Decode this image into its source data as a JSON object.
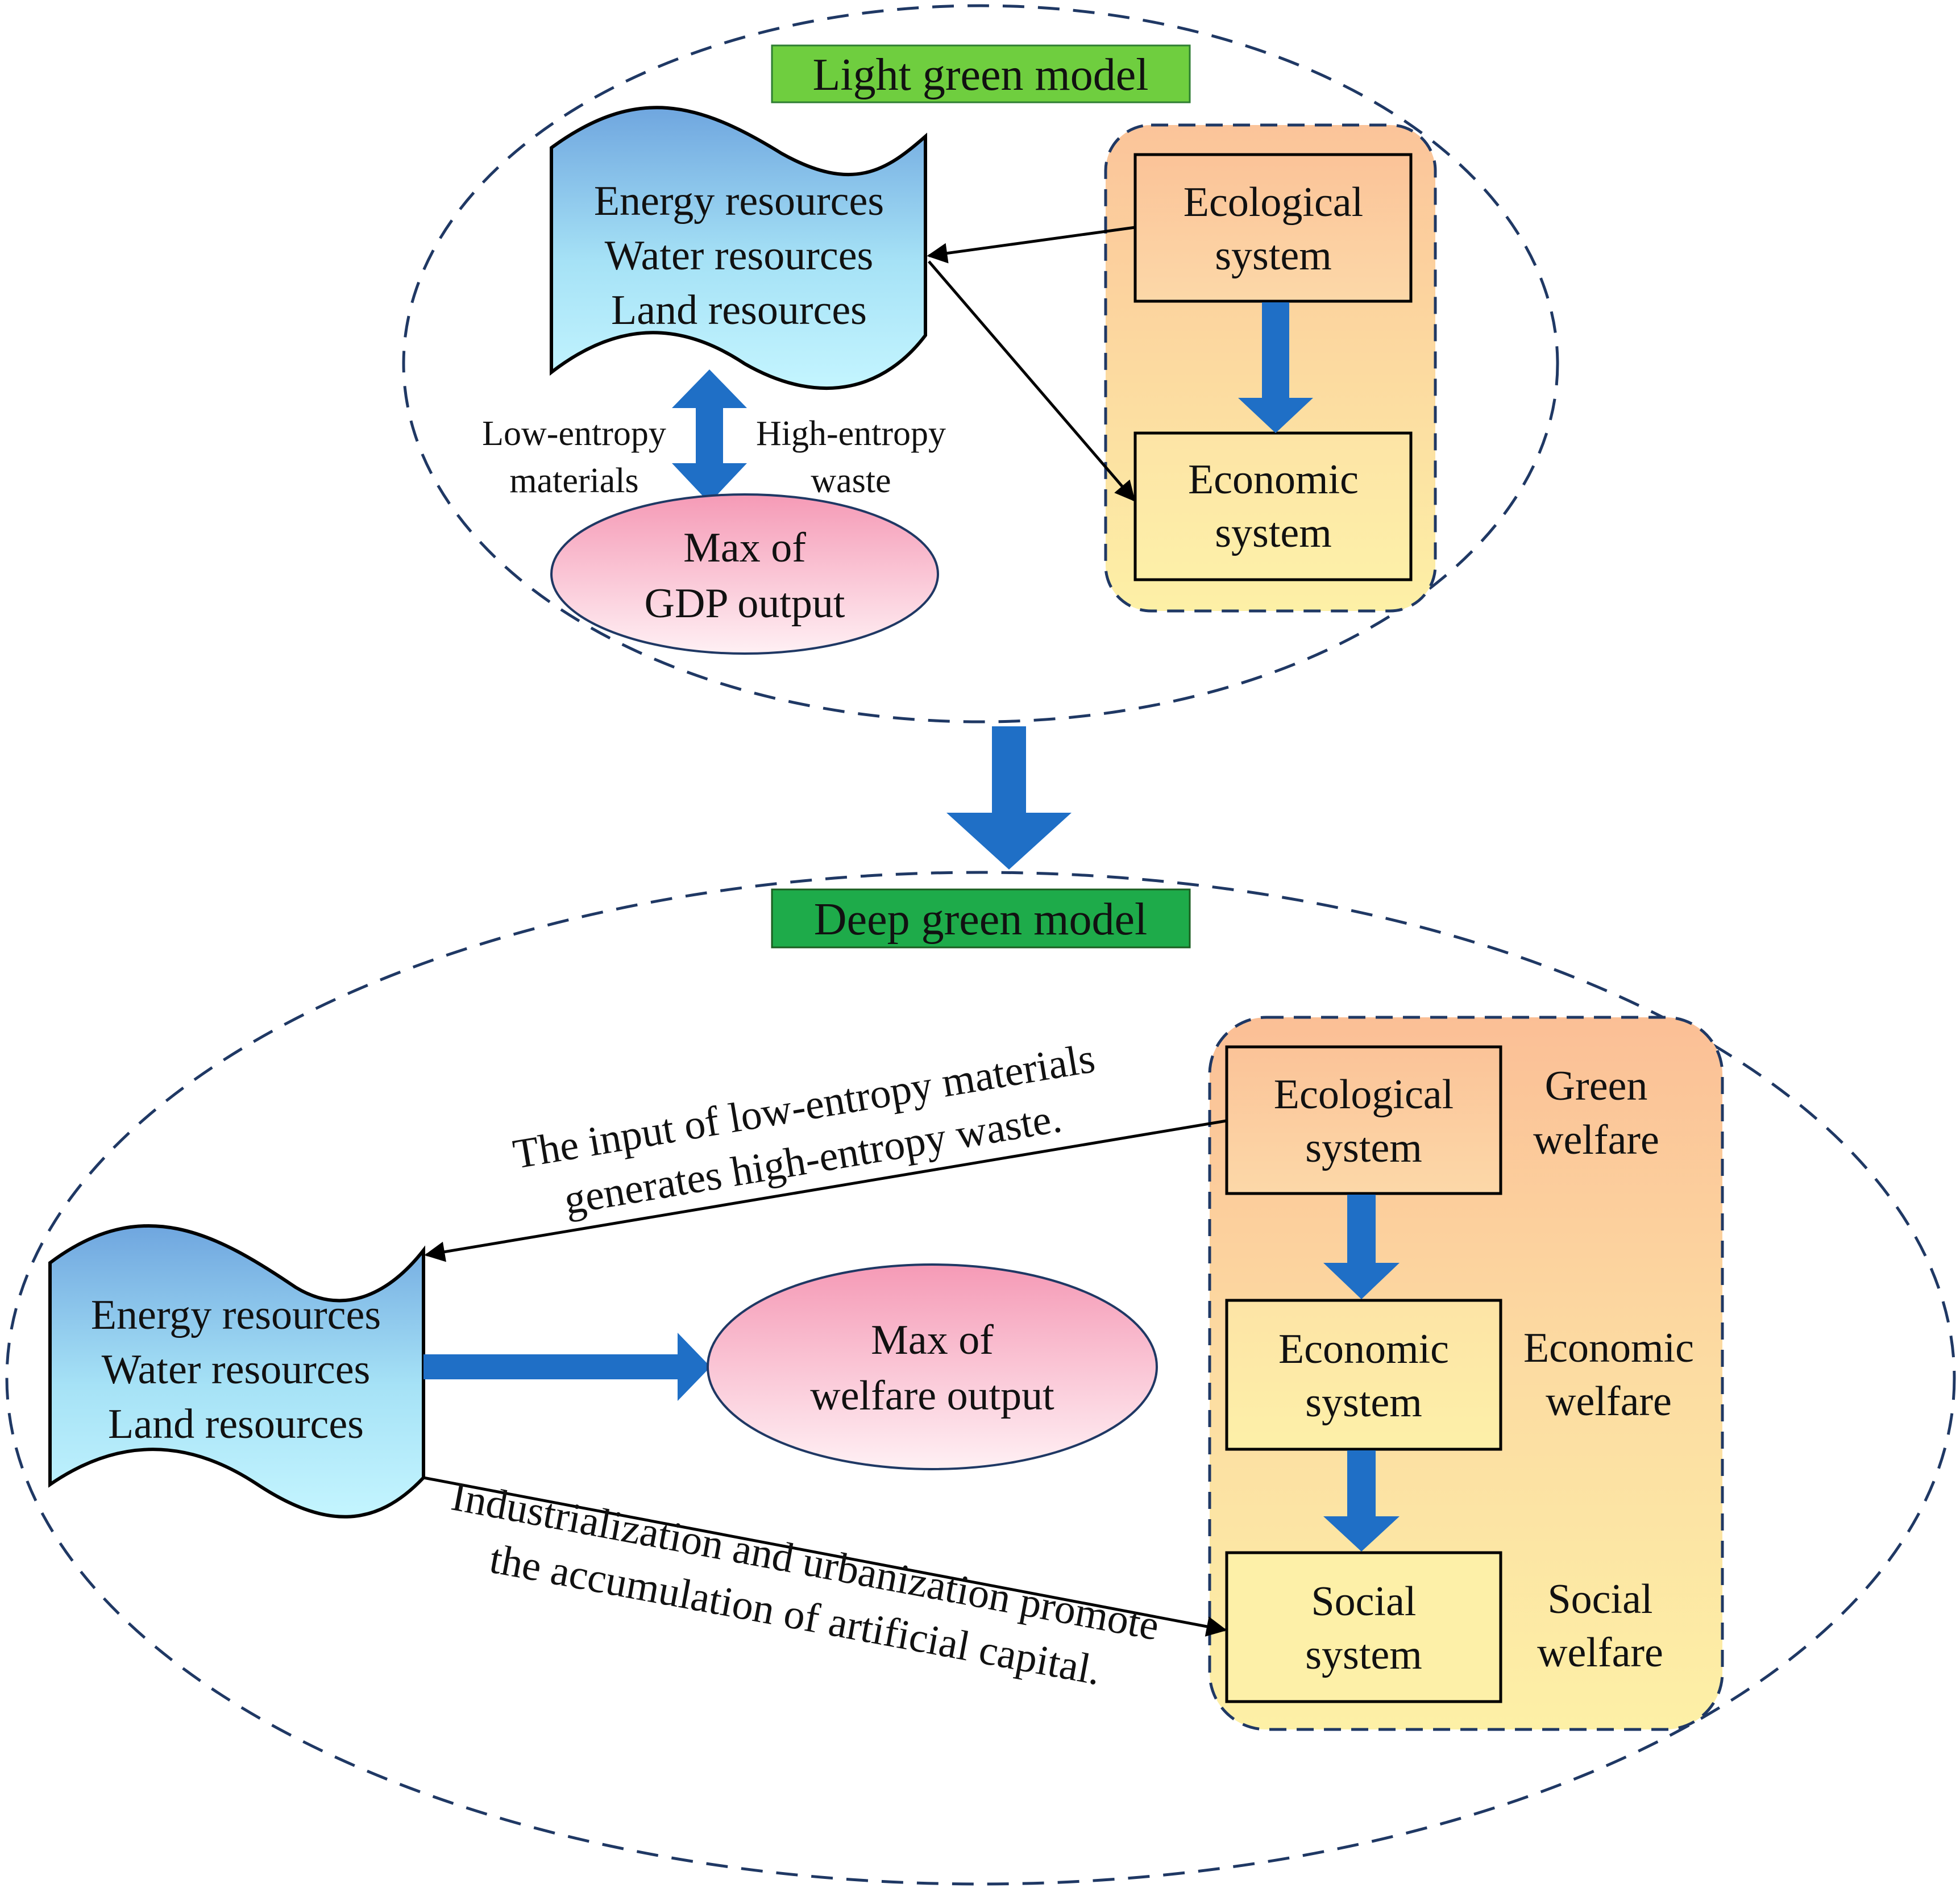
{
  "colors": {
    "dash_outline": "#1f3864",
    "light_green": "#6fce3f",
    "deep_green": "#1eab4a",
    "block_arrow": "#1f6fc6",
    "box_peach_top": "#fbc49a",
    "box_peach_bottom": "#fdf0a6",
    "ellipse_pink_top": "#f59ab6",
    "ellipse_pink_bottom": "#fff0f4",
    "wave_blue_top": "#6fa6df",
    "wave_blue_bottom": "#c4f5ff"
  },
  "light_model": {
    "title": "Light green model",
    "resources": {
      "line1": "Energy resources",
      "line2": "Water resources",
      "line3": "Land resources"
    },
    "ecological": {
      "line1": "Ecological",
      "line2": "system"
    },
    "economic": {
      "line1": "Economic",
      "line2": "system"
    },
    "low_entropy": {
      "line1": "Low-entropy",
      "line2": "materials"
    },
    "high_entropy": {
      "line1": "High-entropy",
      "line2": "waste"
    },
    "gdp": {
      "line1": "Max of",
      "line2": "GDP output"
    }
  },
  "deep_model": {
    "title": "Deep green model",
    "resources": {
      "line1": "Energy resources",
      "line2": "Water resources",
      "line3": "Land resources"
    },
    "welfare_output": {
      "line1": "Max of",
      "line2": "welfare output"
    },
    "ecological": {
      "line1": "Ecological",
      "line2": "system"
    },
    "economic": {
      "line1": "Economic",
      "line2": "system"
    },
    "social": {
      "line1": "Social",
      "line2": "system"
    },
    "green_welfare": {
      "line1": "Green",
      "line2": "welfare"
    },
    "economic_welfare": {
      "line1": "Economic",
      "line2": "welfare"
    },
    "social_welfare": {
      "line1": "Social",
      "line2": "welfare"
    },
    "upper_note": {
      "line1": "The input of low-entropy materials",
      "line2": "generates high-entropy waste."
    },
    "lower_note": {
      "line1": "Industrialization and urbanization promote",
      "line2": "the accumulation of artificial capital."
    }
  }
}
